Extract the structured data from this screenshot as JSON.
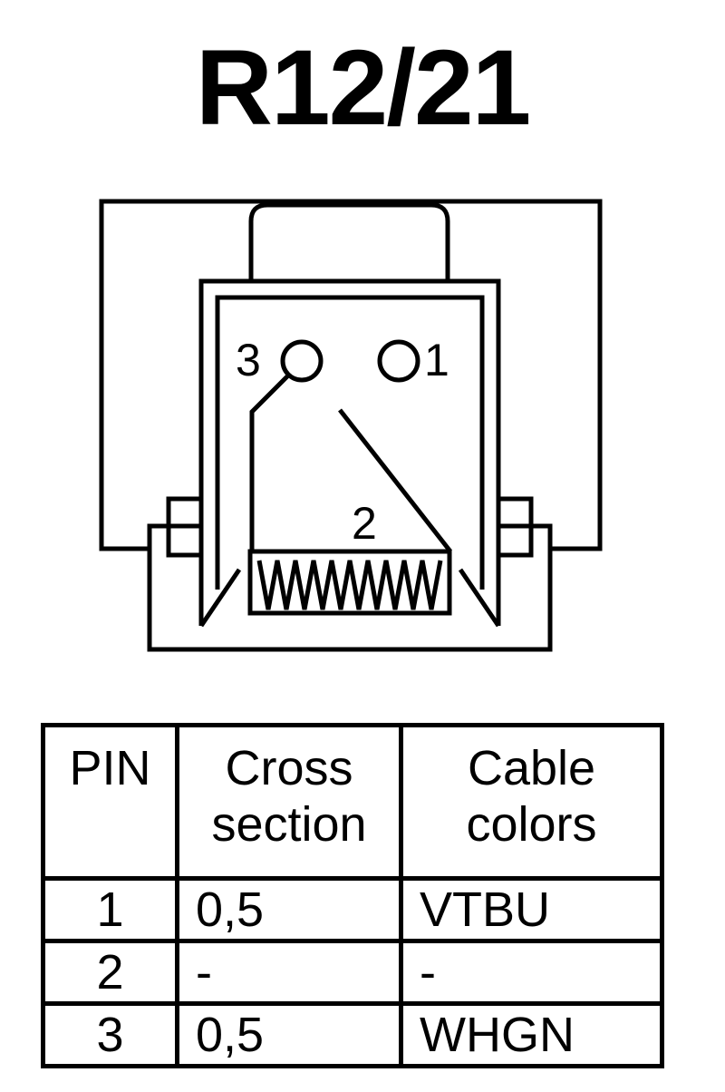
{
  "title": "R12/21",
  "diagram": {
    "pin_labels": {
      "pin1": "1",
      "pin2": "2",
      "pin3": "3"
    }
  },
  "table": {
    "headers": {
      "pin": "PIN",
      "cross_section_line1": "Cross",
      "cross_section_line2": "section",
      "cable_colors_line1": "Cable",
      "cable_colors_line2": "colors"
    },
    "rows": [
      {
        "pin": "1",
        "cross_section": "0,5",
        "cable_colors": "VTBU"
      },
      {
        "pin": "2",
        "cross_section": "-",
        "cable_colors": "-"
      },
      {
        "pin": "3",
        "cross_section": "0,5",
        "cable_colors": "WHGN"
      }
    ]
  }
}
